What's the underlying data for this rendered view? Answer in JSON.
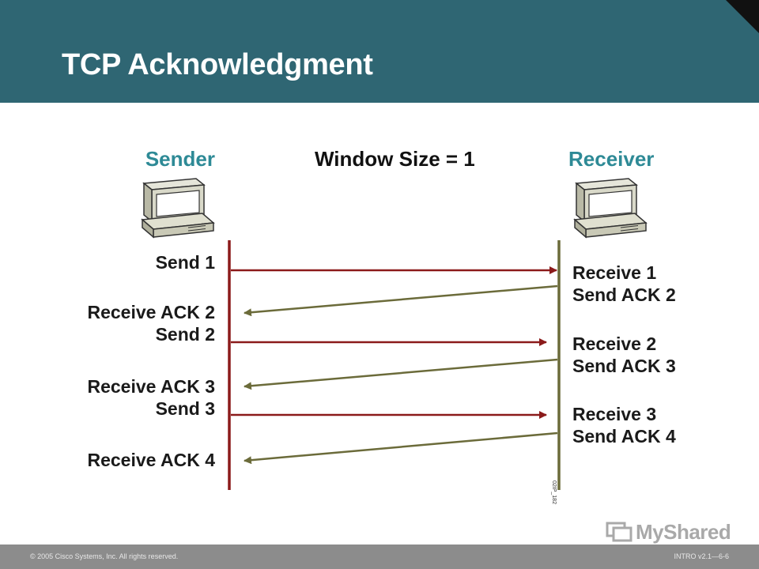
{
  "slide": {
    "title": "TCP Acknowledgment"
  },
  "diagram": {
    "sender_label": "Sender",
    "receiver_label": "Receiver",
    "window_size_label": "Window Size = 1",
    "sender_events": [
      [
        "Send 1"
      ],
      [
        "Receive ACK 2",
        "Send 2"
      ],
      [
        "Receive ACK 3",
        "Send 3"
      ],
      [
        "Receive ACK 4"
      ]
    ],
    "receiver_events": [
      [
        "Receive 1",
        "Send ACK 2"
      ],
      [
        "Receive 2",
        "Send ACK 3"
      ],
      [
        "Receive 3",
        "Send ACK 4"
      ]
    ],
    "figure_code": "02IP_182",
    "colors": {
      "sender_timeline": "#8b1a1a",
      "receiver_timeline": "#6b6b3a",
      "data_arrow": "#8b1a1a",
      "ack_arrow": "#6b6b3a",
      "header_bg": "#2f6673",
      "endpoint_label": "#2e8a96"
    },
    "icons": {
      "sender": "computer-icon",
      "receiver": "computer-icon"
    }
  },
  "footer": {
    "copyright": "© 2005 Cisco Systems, Inc. All rights reserved.",
    "course_code": "INTRO v2.1—6-6",
    "watermark": "MyShared"
  }
}
